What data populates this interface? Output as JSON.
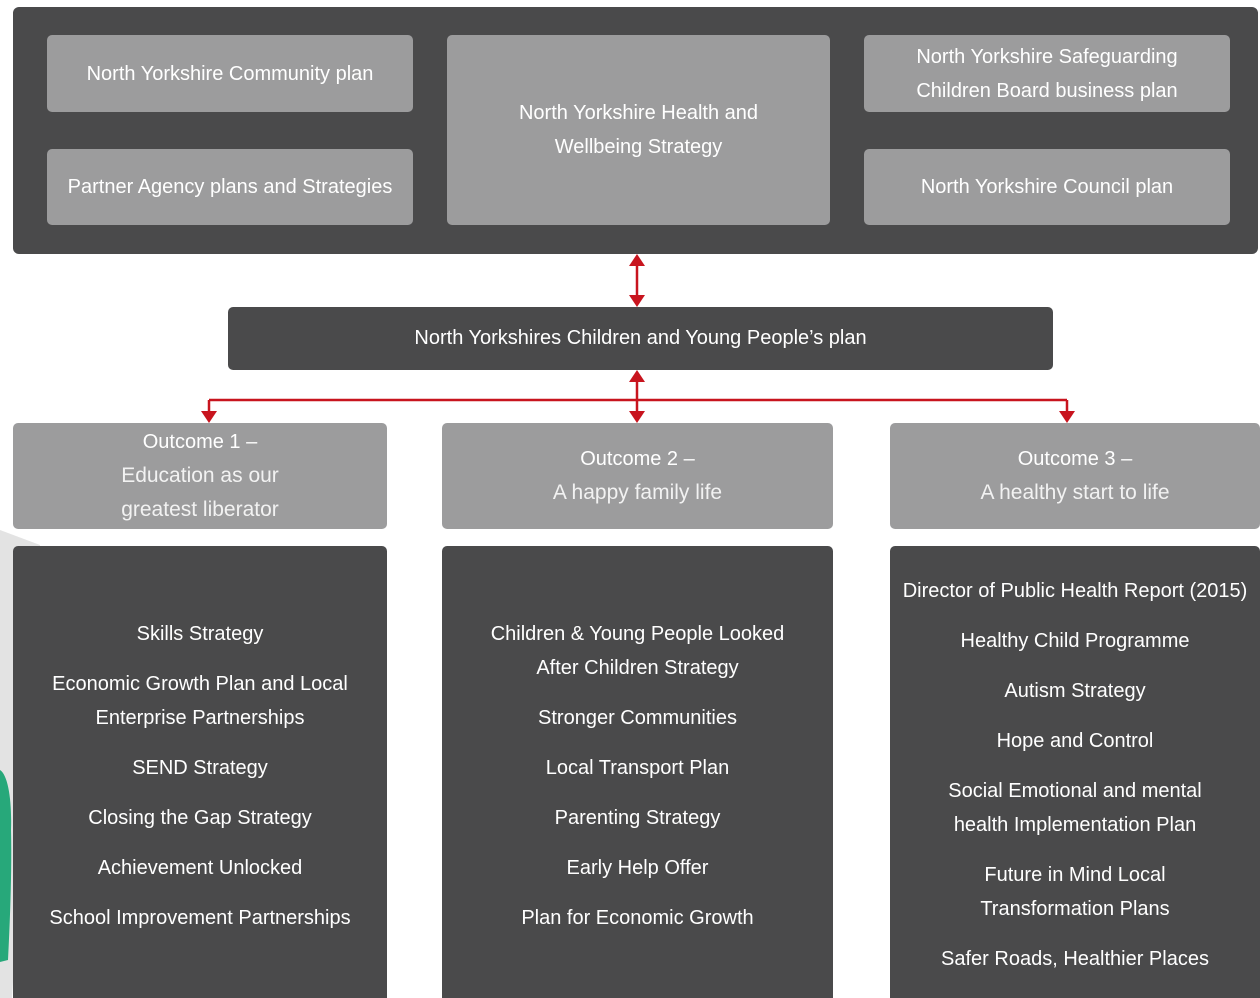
{
  "top_boxes": {
    "community_plan": "North Yorkshire Community plan",
    "partner_plans": "Partner Agency plans and Strategies",
    "health_wellbeing": "North Yorkshire Health and Wellbeing Strategy",
    "safeguarding": "North Yorkshire Safeguarding Children Board business plan",
    "council_plan": "North Yorkshire Council plan"
  },
  "central_plan": "North Yorkshires Children and Young People’s plan",
  "outcomes": [
    {
      "label": "Outcome 1 –",
      "title": "Education as our greatest liberator"
    },
    {
      "label": "Outcome 2 –",
      "title": "A happy family life"
    },
    {
      "label": "Outcome 3 –",
      "title": "A healthy start to life"
    }
  ],
  "columns": [
    {
      "items": [
        "Skills Strategy",
        "Economic Growth Plan and Local Enterprise Partnerships",
        "SEND Strategy",
        "Closing the Gap Strategy",
        "Achievement Unlocked",
        "School Improvement Partnerships"
      ]
    },
    {
      "items": [
        "Children & Young People Looked After Children Strategy",
        "Stronger Communities",
        "Local Transport Plan",
        "Parenting Strategy",
        "Early Help Offer",
        "Plan for Economic Growth"
      ]
    },
    {
      "items": [
        "Director of Public Health Report (2015)",
        "Healthy Child Programme",
        "Autism Strategy",
        "Hope and Control",
        "Social Emotional and mental health Implementation Plan",
        "Future in Mind Local Transformation Plans",
        "Safer Roads, Healthier Places"
      ]
    }
  ],
  "colors": {
    "dark": "#4a4a4b",
    "grey": "#9c9c9d",
    "connector": "#c8141e",
    "background": "#ffffff"
  }
}
